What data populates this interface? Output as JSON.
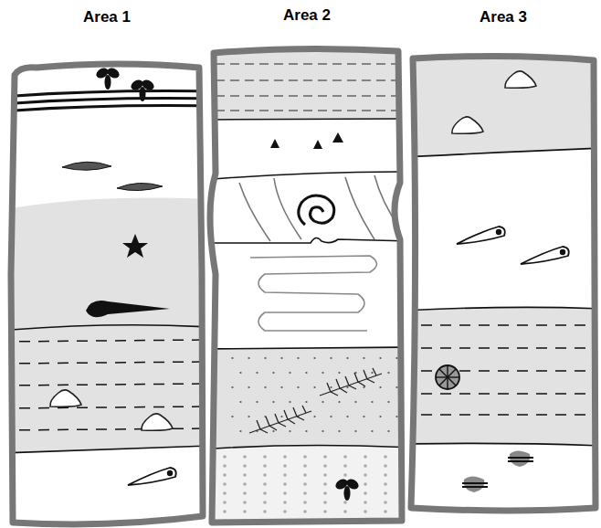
{
  "diagram": {
    "nodes": [
      {
        "text": [
          "Area 1"
        ]
      },
      {
        "text": [
          "Area 2"
        ]
      },
      {
        "text": [
          "Area 3"
        ]
      }
    ]
  }
}
